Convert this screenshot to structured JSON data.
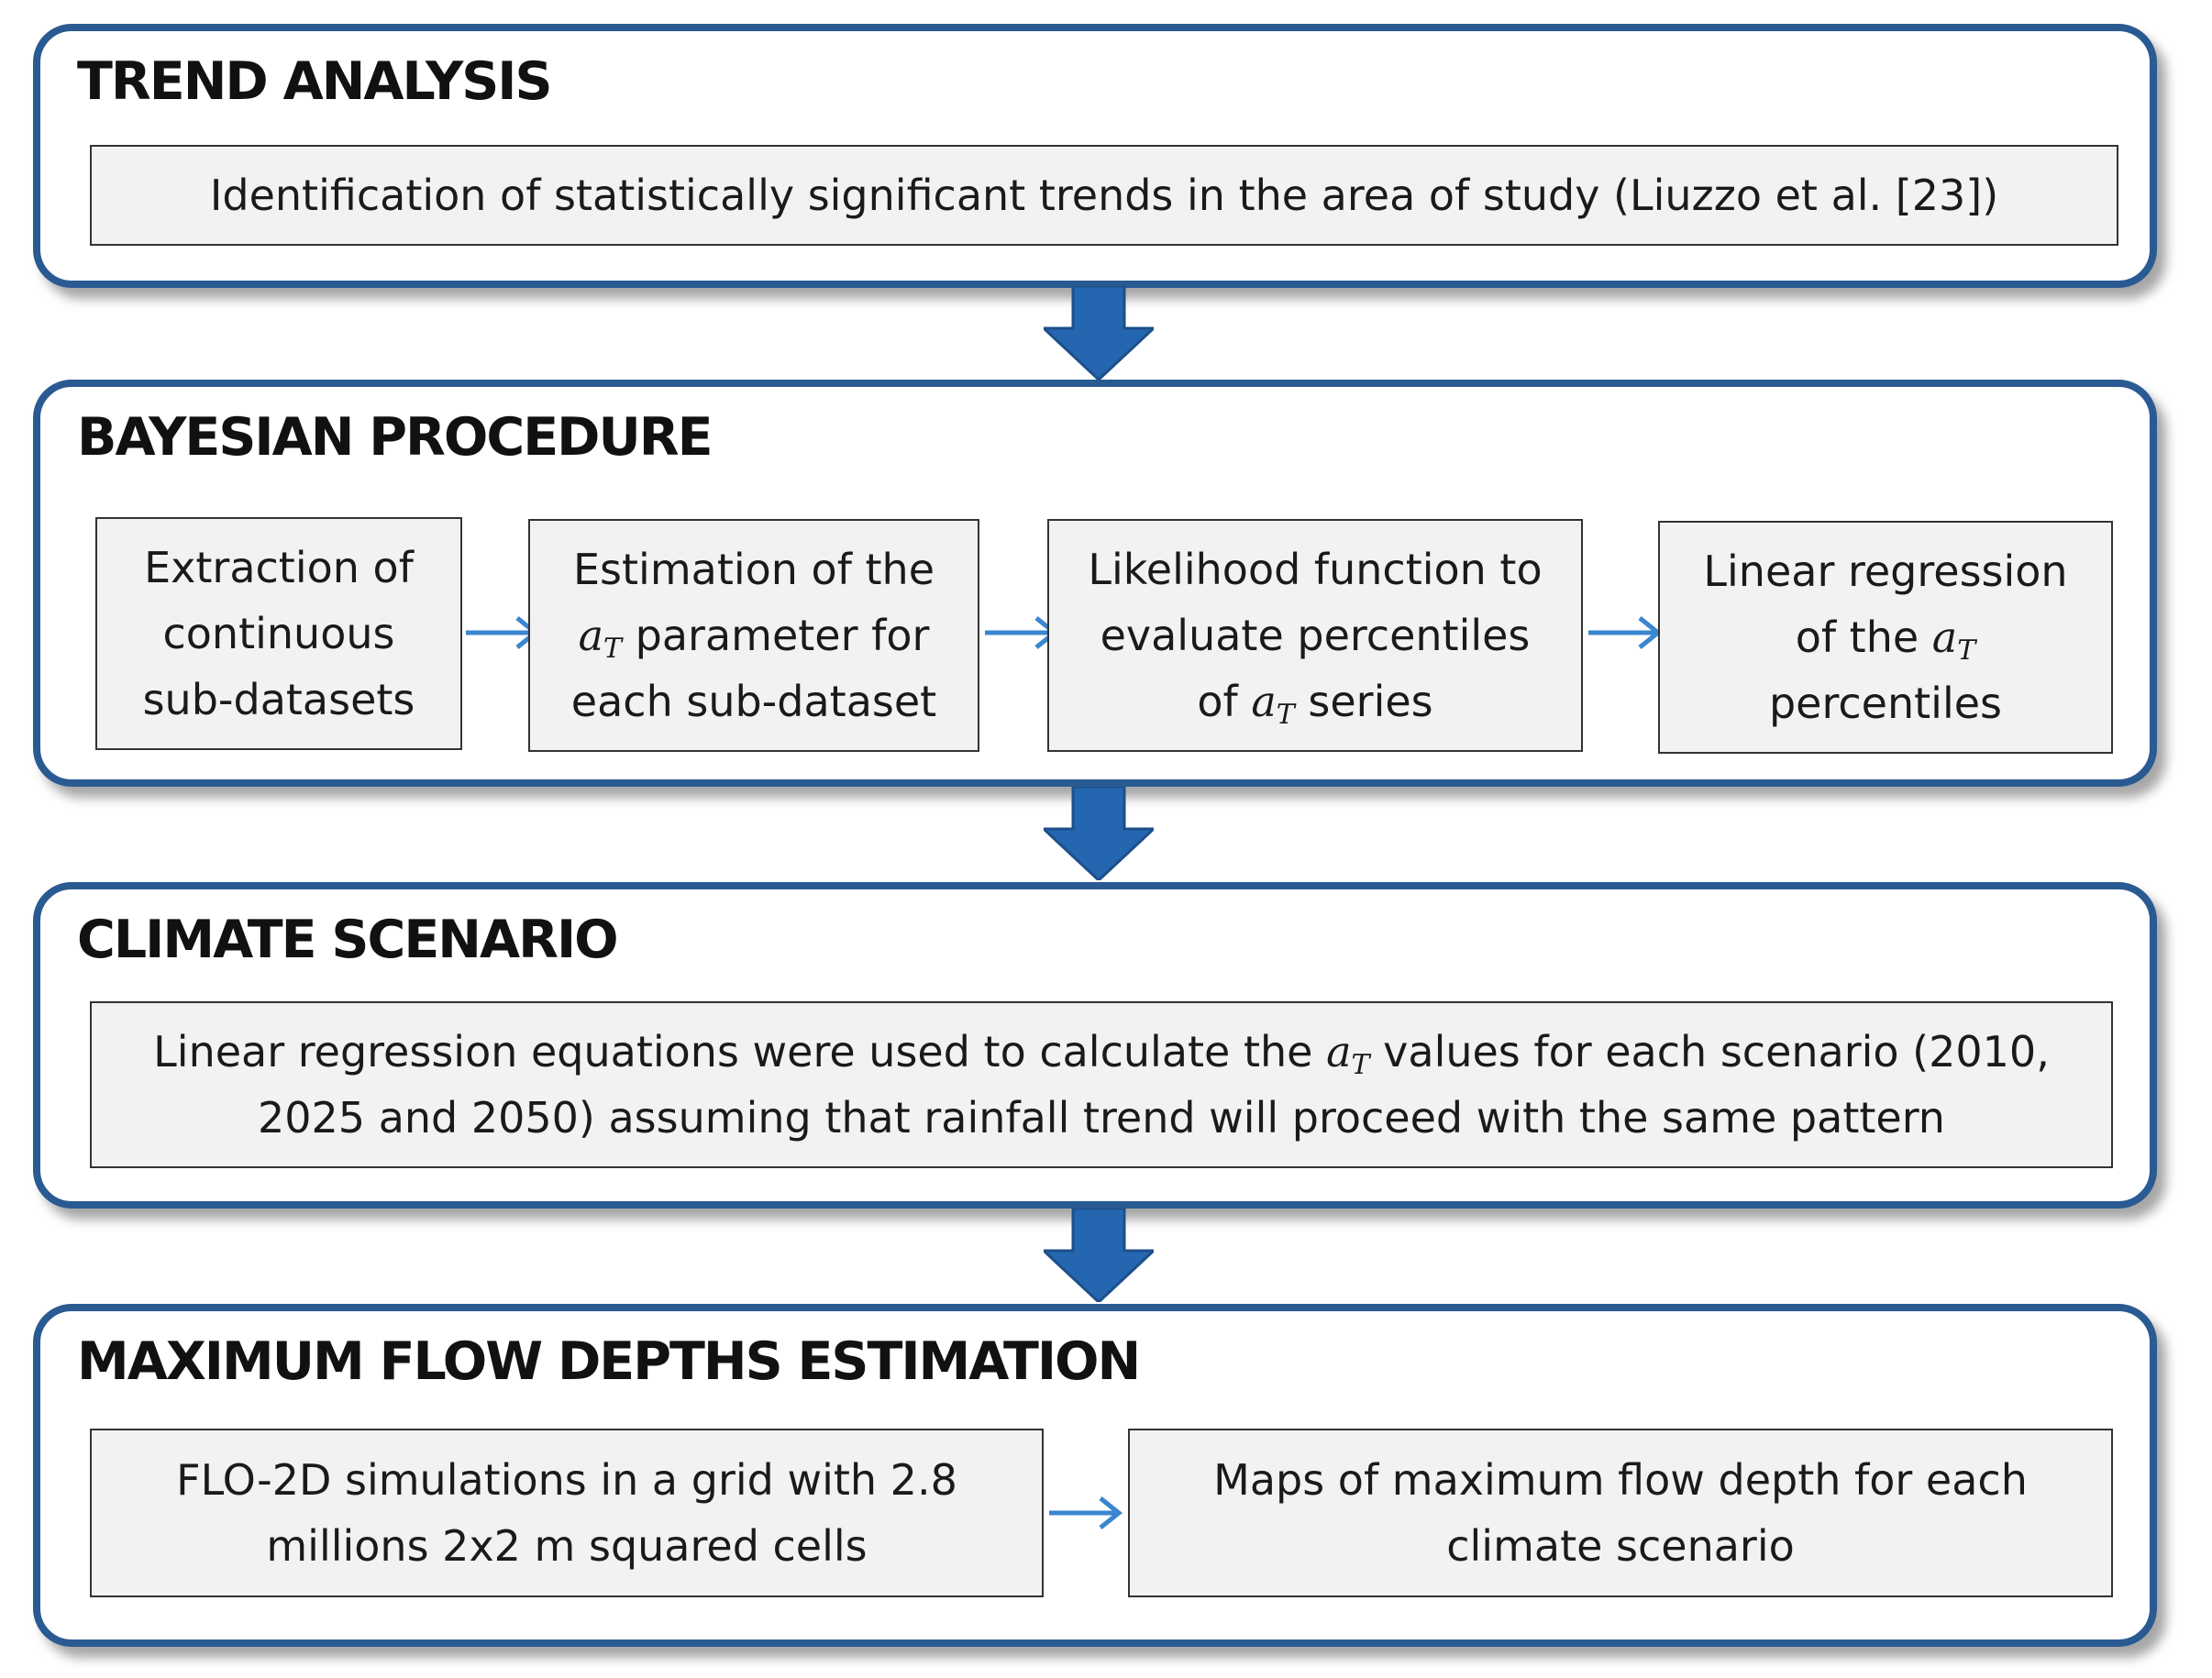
{
  "trend_analysis": {
    "title": "TREND ANALYSIS",
    "box": "Identification of statistically significant trends in the area of study  (Liuzzo et al. [23])"
  },
  "bayesian": {
    "title": "BAYESIAN PROCEDURE",
    "boxes": [
      {
        "lines": [
          "Extraction of",
          "continuous",
          "sub-datasets"
        ]
      },
      {
        "line1": "Estimation of the",
        "var_base": "a",
        "var_sub": "T",
        "line2_after": " parameter for",
        "line3": "each sub-dataset"
      },
      {
        "line1": "Likelihood function to",
        "line2": "evaluate percentiles",
        "line3_before": "of ",
        "var_base": "a",
        "var_sub": "T",
        "line3_after": " series"
      },
      {
        "line1": "Linear regression",
        "line2_before": "of the ",
        "var_base": "a",
        "var_sub": "T",
        "line3": "percentiles"
      }
    ]
  },
  "climate": {
    "title": "CLIMATE SCENARIO",
    "before": "Linear regression equations were used to calculate the ",
    "var_base": "a",
    "var_sub": "T",
    "line1_after": " values for each scenario (2010,",
    "line2": "2025 and 2050)  assuming that rainfall trend will proceed with the same pattern"
  },
  "flow": {
    "title": "MAXIMUM FLOW DEPTHS ESTIMATION",
    "boxes": [
      {
        "lines": [
          "FLO-2D simulations in a grid with 2.8",
          "millions 2x2 m squared cells"
        ]
      },
      {
        "lines": [
          "Maps of maximum flow depth for each",
          "climate scenario"
        ]
      }
    ]
  },
  "colors": {
    "section_border": "#2a5a92",
    "big_arrow": "#2566b0",
    "small_arrow": "#3a86d0",
    "box_fill": "#f2f2f2"
  }
}
